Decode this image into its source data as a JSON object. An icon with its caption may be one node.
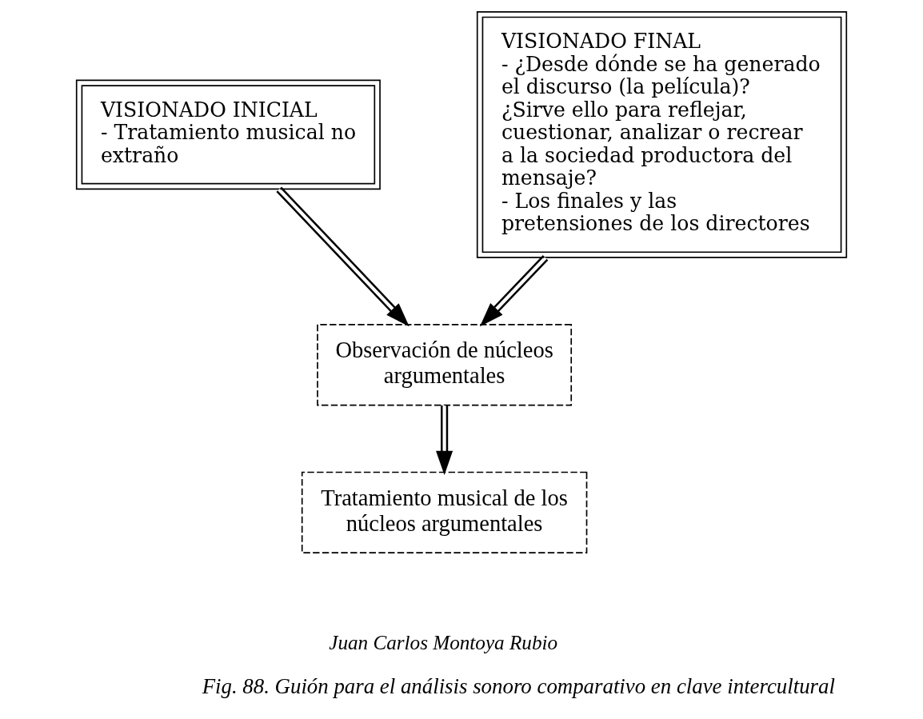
{
  "diagram": {
    "caption": "Fig. 88. Guión para el análisis sonoro comparativo en clave intercultural",
    "nodes": [
      {
        "text": [
          "VISIONADO INICIAL",
          "- Tratamiento musical no extraño"
        ]
      },
      {
        "text": [
          "VISIONADO FINAL",
          "- ¿Desde dónde se ha generado el discurso (la película)? ¿Sirve ello para reflejar, cuestionar, analizar o recrear a la sociedad productora del mensaje?",
          "- Los finales y las pretensiones de los directores"
        ]
      },
      {
        "text": [
          "Observación de núcleos argumentales"
        ]
      },
      {
        "text": [
          "Tratamiento musical de los núcleos argumentales"
        ]
      }
    ],
    "edges": [
      {
        "from": 0,
        "to": 2,
        "arrow": "to"
      },
      {
        "from": 1,
        "to": 2,
        "arrow": "to"
      },
      {
        "from": 2,
        "to": 3,
        "arrow": "to"
      }
    ],
    "labels": [
      "Juan Carlos Montoya Rubio"
    ]
  }
}
